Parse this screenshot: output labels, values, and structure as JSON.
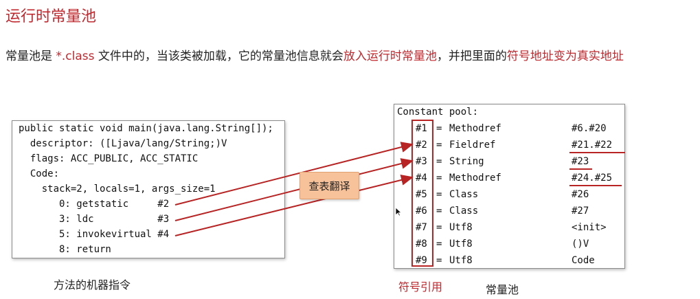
{
  "title": "运行时常量池",
  "description": {
    "part1": "常量池是 ",
    "part2": "*.class",
    "part3": " 文件中的，当该类被加载，它的常量池信息就会",
    "part4": "放入运行时常量池",
    "part5": "，并把里面的",
    "part6": "符号地址变为真实地址"
  },
  "code": {
    "lines": [
      "public static void main(java.lang.String[]);",
      "  descriptor: ([Ljava/lang/String;)V",
      "  flags: ACC_PUBLIC, ACC_STATIC",
      "  Code:",
      "    stack=2, locals=1, args_size=1",
      "       0: getstatic     #2",
      "       3: ldc           #3",
      "       5: invokevirtual #4",
      "       8: return"
    ],
    "caption": "方法的机器指令"
  },
  "lookup_label": "查表翻译",
  "pool": {
    "header": "Constant pool:",
    "entries": [
      {
        "ref": "#1",
        "type": "Methodref",
        "value": "#6.#20"
      },
      {
        "ref": "#2",
        "type": "Fieldref",
        "value": "#21.#22"
      },
      {
        "ref": "#3",
        "type": "String",
        "value": "#23"
      },
      {
        "ref": "#4",
        "type": "Methodref",
        "value": "#24.#25"
      },
      {
        "ref": "#5",
        "type": "Class",
        "value": "#26"
      },
      {
        "ref": "#6",
        "type": "Class",
        "value": "#27"
      },
      {
        "ref": "#7",
        "type": "Utf8",
        "value": "<init>"
      },
      {
        "ref": "#8",
        "type": "Utf8",
        "value": "()V"
      },
      {
        "ref": "#9",
        "type": "Utf8",
        "value": "Code"
      }
    ],
    "eq": "=",
    "caption": "常量池"
  },
  "symbol_ref_caption": "符号引用",
  "colors": {
    "accent": "#c0282e",
    "lookup_bg": "#f7c29a"
  }
}
